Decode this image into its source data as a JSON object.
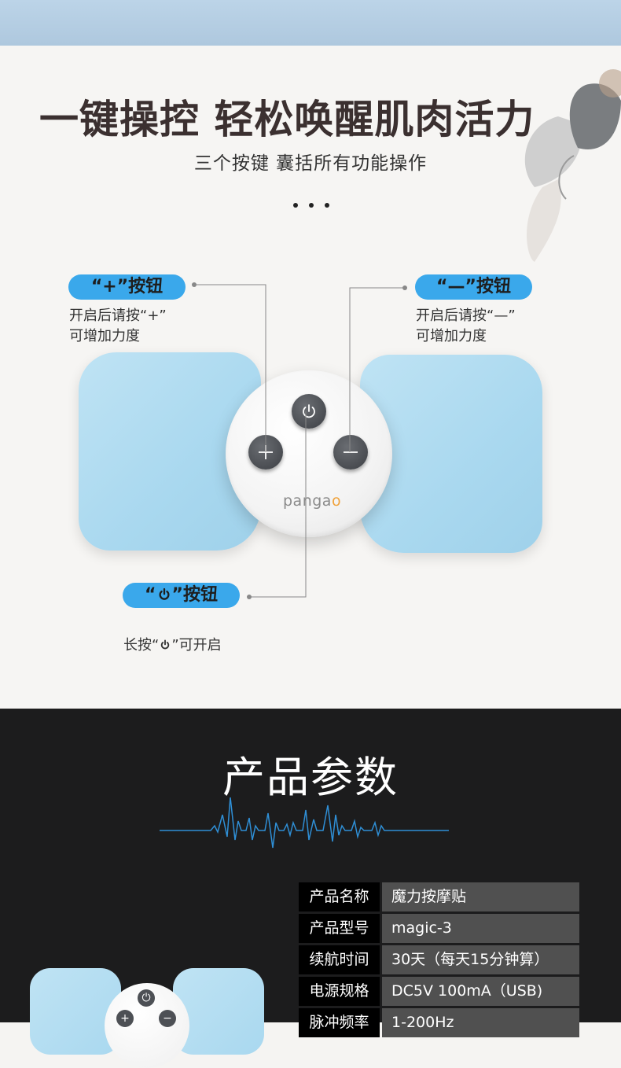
{
  "hero": {
    "title": "一键操控 轻松唤醒肌肉活力",
    "subtitle": "三个按键 囊括所有功能操作"
  },
  "device": {
    "brand_prefix": "panga",
    "brand_suffix": "o"
  },
  "callouts": {
    "plus": {
      "label": "“+”按钮",
      "note": "开启后请按“+”\n可增加力度"
    },
    "minus": {
      "label": "“—”按钮",
      "note": "开启后请按“—”\n可增加力度"
    },
    "power": {
      "label_prefix": "“",
      "label_suffix": "”按钮",
      "note_prefix": "长按“",
      "note_suffix": "”可开启"
    }
  },
  "params": {
    "title": "产品参数",
    "rows": [
      {
        "key": "产品名称",
        "value": "魔力按摩贴"
      },
      {
        "key": "产品型号",
        "value": "magic-3"
      },
      {
        "key": "续航时间",
        "value": "30天（每天15分钟算）"
      },
      {
        "key": "电源规格",
        "value": "DC5V 100mA（USB)"
      },
      {
        "key": "脉冲频率",
        "value": "1-200Hz"
      }
    ]
  },
  "colors": {
    "accent_blue": "#3aa8eb",
    "pad_blue": "#a9d8ef",
    "dark_bg": "#1c1c1d",
    "pulse_blue": "#2f8fd6",
    "brand_orange": "#f0a23a"
  }
}
